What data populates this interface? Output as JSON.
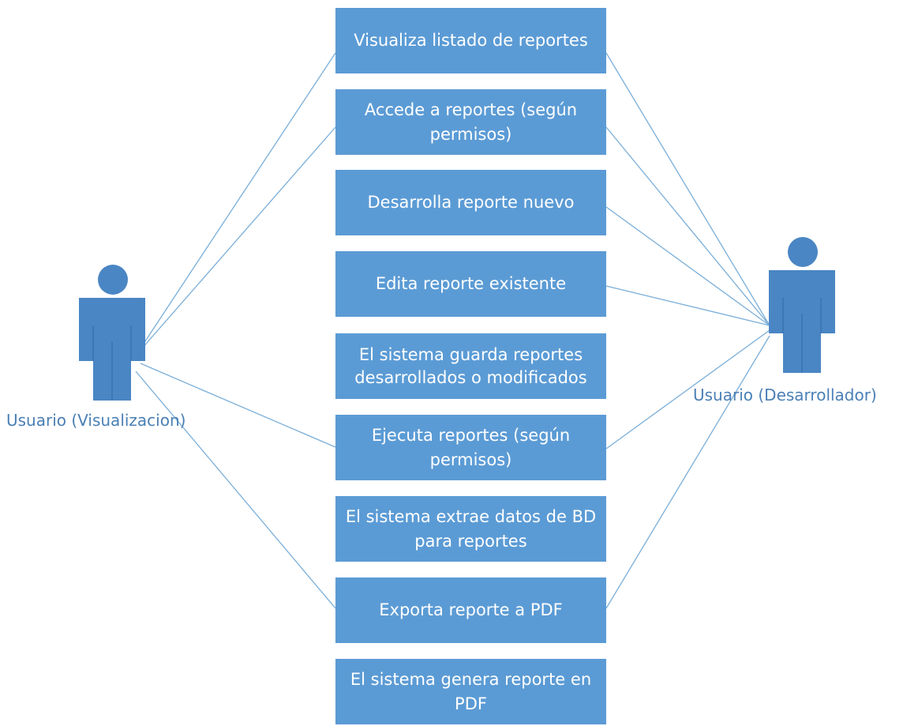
{
  "actors": {
    "visualizacion": {
      "label": "Usuario (Visualizacion)"
    },
    "desarrollador": {
      "label": "Usuario (Desarrollador)"
    }
  },
  "use_cases": [
    {
      "label": "Visualiza listado de reportes"
    },
    {
      "label": "Accede a reportes (según permisos)"
    },
    {
      "label": "Desarrolla reporte nuevo"
    },
    {
      "label": "Edita reporte existente"
    },
    {
      "label": "El sistema guarda reportes desarrollados o modificados"
    },
    {
      "label": "Ejecuta reportes (según permisos)"
    },
    {
      "label": "El sistema extrae datos de BD para reportes"
    },
    {
      "label": "Exporta reporte a PDF"
    },
    {
      "label": "El sistema genera reporte en PDF"
    }
  ],
  "colors": {
    "box_fill": "#5b9bd5",
    "actor_fill": "#4a86c4",
    "line": "#7aaed8",
    "label": "#4a7fb5"
  }
}
